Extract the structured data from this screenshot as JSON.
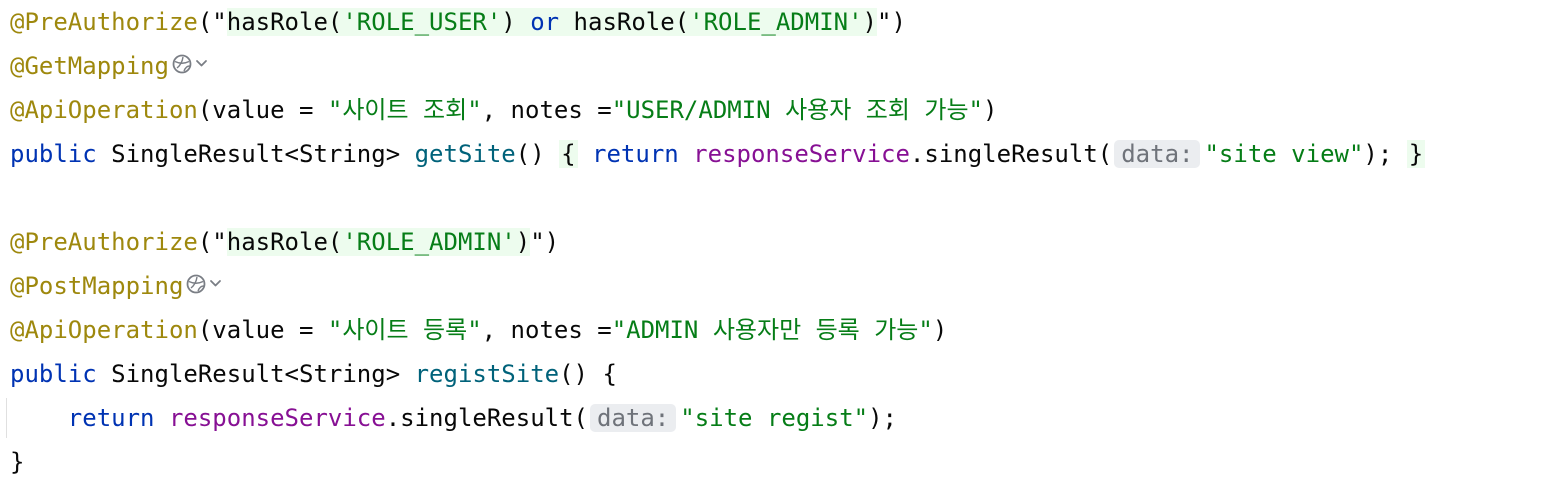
{
  "code": {
    "block1": {
      "preauth_anno": "@PreAuthorize",
      "preauth_open": "(\"",
      "preauth_expr_a": "hasRole(",
      "preauth_role_user": "'ROLE_USER'",
      "preauth_expr_b": ") ",
      "preauth_or": "or",
      "preauth_expr_c": " hasRole(",
      "preauth_role_admin": "'ROLE_ADMIN'",
      "preauth_expr_d": ")",
      "preauth_close": "\")",
      "mapping_anno": "@GetMapping",
      "apiop_anno": "@ApiOperation",
      "apiop_args_a": "(value = ",
      "apiop_value": "\"사이트 조회\"",
      "apiop_args_b": ", notes =",
      "apiop_notes": "\"USER/ADMIN 사용자 조회 가능\"",
      "apiop_args_c": ")",
      "sig_public": "public",
      "sig_type": " SingleResult<String> ",
      "sig_name": "getSite",
      "sig_parens": "()",
      "sig_space": " ",
      "brace_open": "{",
      "body_return": "return",
      "body_field": "responseService",
      "body_call": ".singleResult(",
      "hint_label": "data:",
      "body_string": "\"site view\"",
      "body_end": ");",
      "brace_close": "}"
    },
    "block2": {
      "preauth_anno": "@PreAuthorize",
      "preauth_open": "(\"",
      "preauth_expr_a": "hasRole(",
      "preauth_role_admin": "'ROLE_ADMIN'",
      "preauth_expr_b": ")",
      "preauth_close": "\")",
      "mapping_anno": "@PostMapping",
      "apiop_anno": "@ApiOperation",
      "apiop_args_a": "(value = ",
      "apiop_value": "\"사이트 등록\"",
      "apiop_args_b": ", notes =",
      "apiop_notes": "\"ADMIN 사용자만 등록 가능\"",
      "apiop_args_c": ")",
      "sig_public": "public",
      "sig_type": " SingleResult<String> ",
      "sig_name": "registSite",
      "sig_parens": "() {",
      "body_indent": "    ",
      "body_return": "return",
      "body_field": "responseService",
      "body_call": ".singleResult(",
      "hint_label": "data:",
      "body_string": "\"site regist\"",
      "body_end": ");",
      "brace_close": "}"
    }
  },
  "icons": {
    "endpoint_icon": "globe-icon",
    "dropdown_icon": "chevron-down-icon"
  },
  "colors": {
    "annotation": "#9e880d",
    "keyword": "#0033b3",
    "method": "#00627a",
    "string": "#067d17",
    "field": "#871094",
    "injection_bg": "#edfcee",
    "hint_bg": "#ebedf0"
  }
}
